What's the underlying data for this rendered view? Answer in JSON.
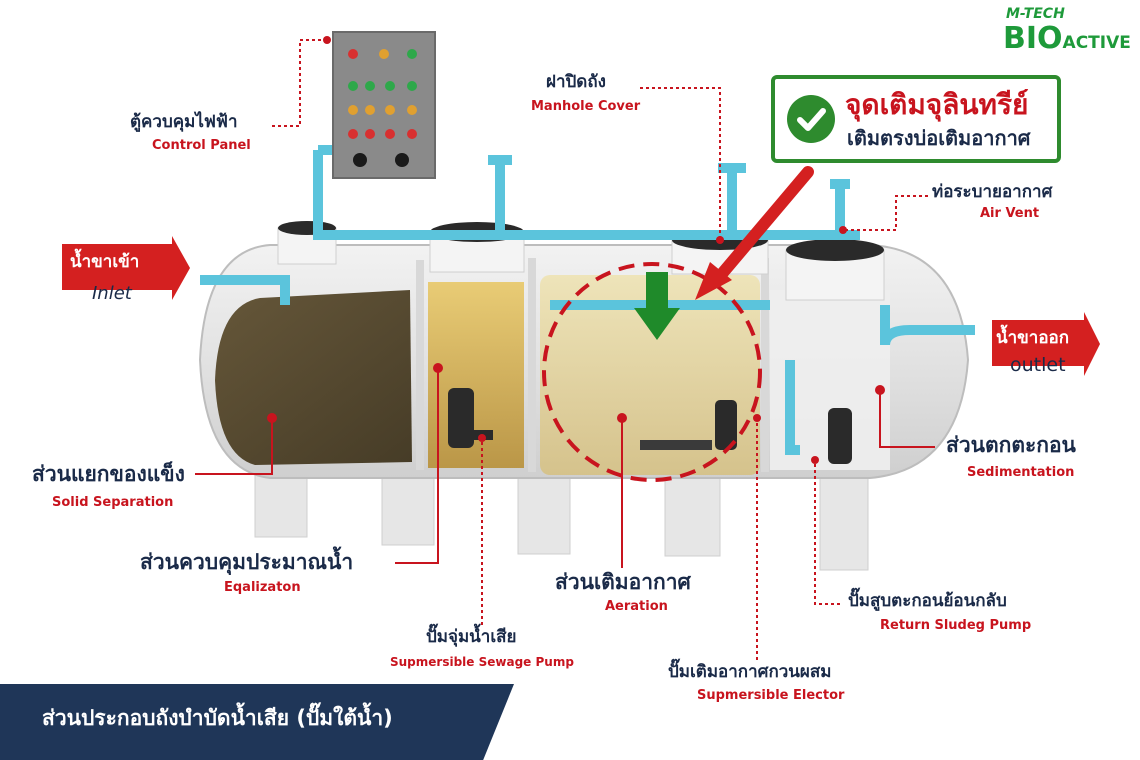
{
  "brand": {
    "prefix": "M-TECH",
    "name_main": "BIO",
    "name_suffix": "ACTIVE",
    "color_green": "#1e9a3a"
  },
  "callout": {
    "title": "จุดเติมจุลินทรีย์",
    "subtitle": "เติมตรงบ่อเติมอากาศ",
    "border_color": "#2e8b2e",
    "title_color": "#c8141e",
    "icon": "check-circle-icon"
  },
  "labels": {
    "control_panel": {
      "th": "ตู้ควบคุมไฟฟ้า",
      "en": "Control Panel"
    },
    "manhole_cover": {
      "th": "ฝาปิดถัง",
      "en": "Manhole Cover"
    },
    "air_vent": {
      "th": "ท่อระบายอากาศ",
      "en": "Air Vent"
    },
    "inlet": {
      "th": "น้ำขาเข้า",
      "en": "Inlet"
    },
    "outlet": {
      "th": "น้ำขาออก",
      "en": "outlet"
    },
    "solid_separation": {
      "th": "ส่วนแยกของแข็ง",
      "en": "Solid Separation"
    },
    "equalization": {
      "th": "ส่วนควบคุมประมาณน้ำ",
      "en": "Eqalizaton"
    },
    "aeration": {
      "th": "ส่วนเติมอากาศ",
      "en": "Aeration"
    },
    "sedimentation": {
      "th": "ส่วนตกตะกอน",
      "en": "Sedimentation"
    },
    "sewage_pump": {
      "th": "ปั๊มจุ่มน้ำเสีย",
      "en": "Supmersible Sewage Pump"
    },
    "elector": {
      "th": "ปั๊มเติมอากาศกวนผสม",
      "en": "Supmersible Elector"
    },
    "return_pump": {
      "th": "ปั๊มสูบตะกอนย้อนกลับ",
      "en": "Return Sludeg Pump"
    }
  },
  "footer": {
    "title": "ส่วนประกอบถังบำบัดน้ำเสีย (ปั๊มใต้น้ำ)"
  },
  "colors": {
    "label_dark": "#1a2a48",
    "label_red": "#c8141e",
    "pipe": "#5bc4dc",
    "footer_bg": "#1f3658",
    "arrow_red": "#d42020",
    "arrow_green": "#1f8a2a"
  }
}
